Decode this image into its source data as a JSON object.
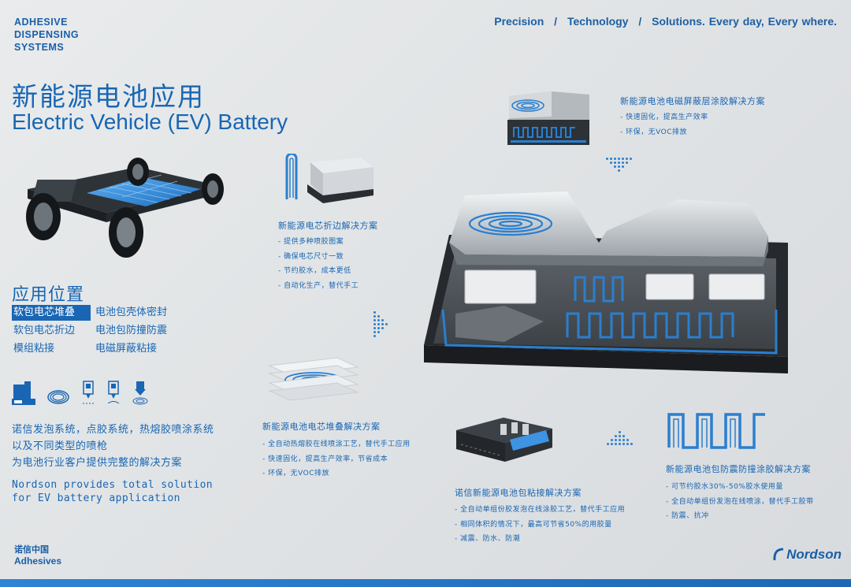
{
  "brand": {
    "lines": [
      "ADHESIVE",
      "DISPENSING",
      "SYSTEMS"
    ]
  },
  "tagline": {
    "part1": "Precision",
    "part2": "Technology",
    "part3": "Solutions. Every day, Every where.",
    "separator": "/"
  },
  "title": {
    "cn": "新能源电池应用",
    "en": "Electric Vehicle (EV) Battery"
  },
  "locations": {
    "title": "应用位置",
    "items": [
      "软包电芯堆叠",
      "电池包壳体密封",
      "软包电芯折边",
      "电池包防撞防震",
      "模组粘接",
      "电磁屏蔽粘接"
    ],
    "selected": "软包电芯堆叠"
  },
  "description": {
    "cn_lines": [
      "诺信发泡系统，点胶系统，热熔胶喷涂系统",
      "以及不同类型的喷枪",
      "为电池行业客户提供完整的解决方案"
    ],
    "en_lines": [
      "Nordson provides total solution",
      "for EV battery application"
    ]
  },
  "footer": {
    "cn": "诺信中国",
    "en": "Adhesives"
  },
  "logo": {
    "text": "Nordson"
  },
  "solutions": {
    "emi": {
      "title": "新能源电池电磁屏蔽层涂胶解决方案",
      "bullets": [
        "- 快速固化，提高生产效率",
        "- 环保，无VOC排放"
      ]
    },
    "fold": {
      "title": "新能源电芯折边解决方案",
      "bullets": [
        "- 提供多种喷胶图案",
        "- 确保电芯尺寸一致",
        "- 节约胶水，成本更低",
        "- 自动化生产，替代手工"
      ]
    },
    "stack": {
      "title": "新能源电池电芯堆叠解决方案",
      "bullets": [
        "- 全自动热熔胶在线喷涂工艺，替代手工应用",
        "- 快速固化，提高生产效率，节省成本",
        "- 环保，无VOC排放"
      ]
    },
    "pack": {
      "title": "诺信新能源电池包粘接解决方案",
      "bullets": [
        "- 全自动单组份胶发泡在线涂胶工艺，替代手工应用",
        "- 相同体积的情况下，最高可节省50%的用胶量",
        "- 减震、防水、防潮"
      ]
    },
    "shock": {
      "title": "新能源电池包防震防撞涂胶解决方案",
      "bullets": [
        "- 可节约胶水30%-50%胶水使用量",
        "- 全自动单组份发泡在线喷涂，替代手工胶带",
        "- 防震、抗冲"
      ]
    }
  },
  "colors": {
    "accent": "#1866b4",
    "background": "#e4e6e8",
    "bar": "#2a7fd0"
  },
  "icons": [
    "foam-dispenser-icon",
    "hose-icon",
    "dispense-valve-icon",
    "spray-gun-icon",
    "spray-nozzle-icon"
  ]
}
